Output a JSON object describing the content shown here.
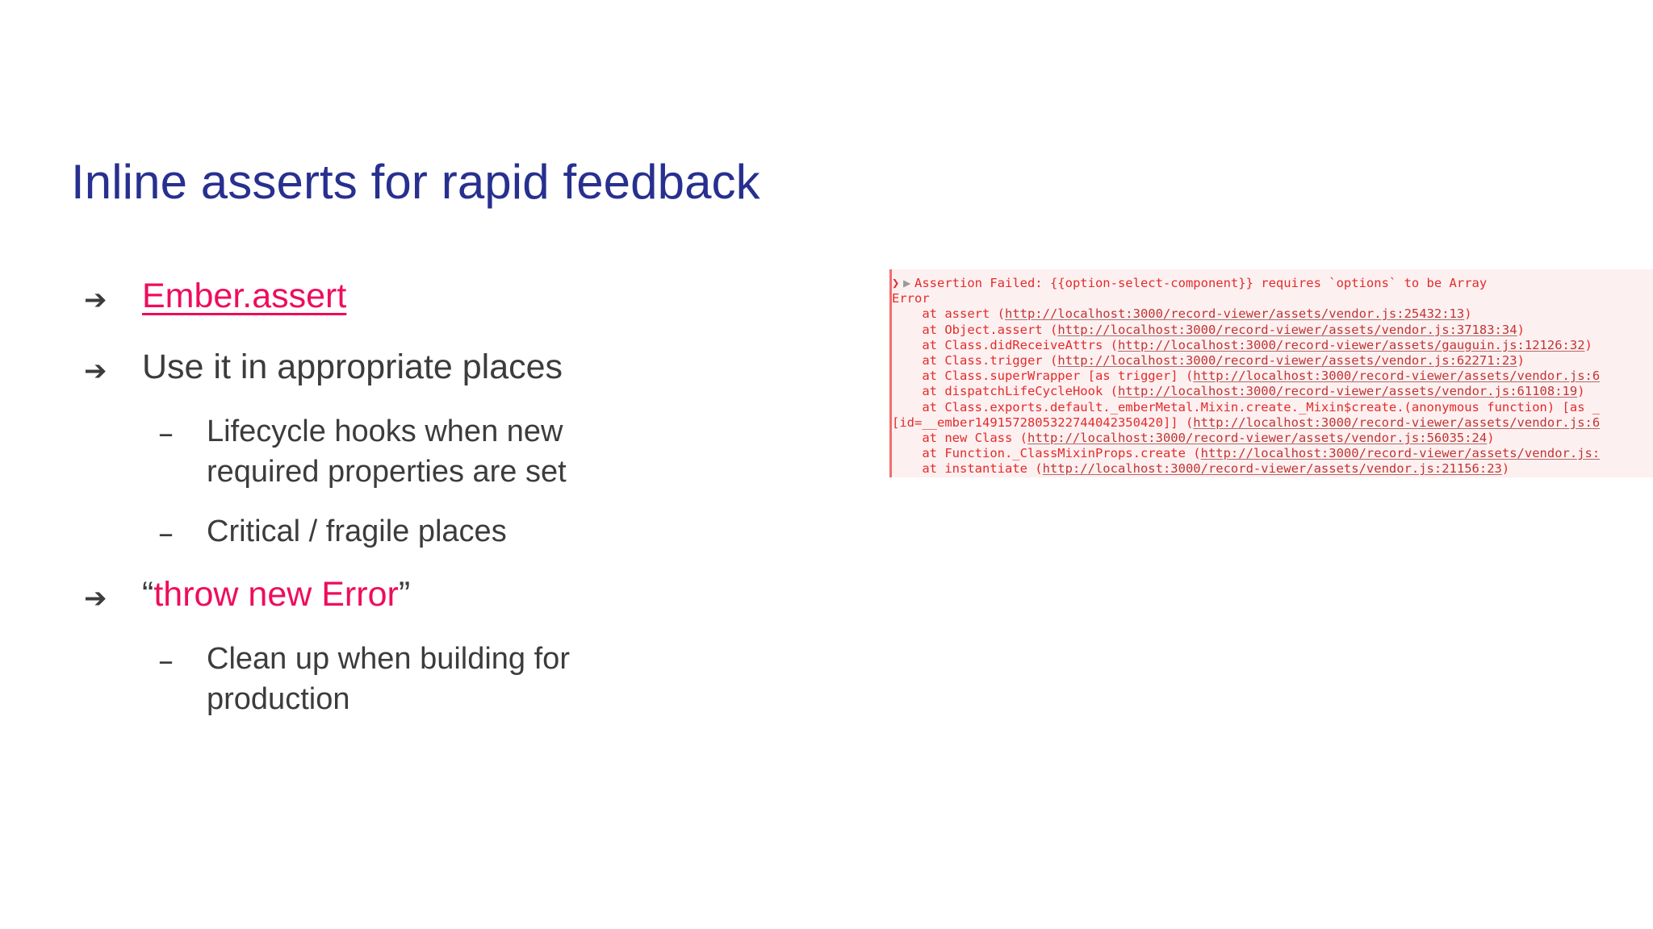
{
  "slide": {
    "title": "Inline asserts for rapid feedback",
    "title_color": "#27308f",
    "accent_color": "#ef0c5c",
    "body_color": "#3c3c3c",
    "background": "#ffffff"
  },
  "bullets": {
    "marker_level1": "➔",
    "marker_level2": "–",
    "items": [
      {
        "level": 1,
        "text": "Ember.assert",
        "style": "accent-link"
      },
      {
        "level": 1,
        "text": "Use it in appropriate places",
        "style": "plain"
      },
      {
        "level": 2,
        "text": "Lifecycle hooks when new required properties are set",
        "style": "plain"
      },
      {
        "level": 2,
        "text": "Critical / fragile places",
        "style": "plain"
      },
      {
        "level": 1,
        "text": "throw new Error",
        "style": "accent-quoted",
        "quote_open": "“",
        "quote_close": "”"
      },
      {
        "level": 2,
        "text": "Clean up when building for production",
        "style": "plain"
      }
    ]
  },
  "console": {
    "background": "#fdf0f0",
    "text_color": "#e32b2b",
    "border_color": "#f26d6d",
    "expand_chevron": "❯",
    "disclosure_triangle": "▶",
    "lines": [
      {
        "prefix_chevron": true,
        "prefix_triangle": true,
        "text": "Assertion Failed: {{option-select-component}} requires `options` to be Array"
      },
      {
        "text": "Error"
      },
      {
        "text": "    at assert (",
        "link": "http://localhost:3000/record-viewer/assets/vendor.js:25432:13",
        "suffix": ")"
      },
      {
        "text": "    at Object.assert (",
        "link": "http://localhost:3000/record-viewer/assets/vendor.js:37183:34",
        "suffix": ")"
      },
      {
        "text": "    at Class.didReceiveAttrs (",
        "link": "http://localhost:3000/record-viewer/assets/gauguin.js:12126:32",
        "suffix": ")"
      },
      {
        "text": "    at Class.trigger (",
        "link": "http://localhost:3000/record-viewer/assets/vendor.js:62271:23",
        "suffix": ")"
      },
      {
        "text": "    at Class.superWrapper [as trigger] (",
        "link": "http://localhost:3000/record-viewer/assets/vendor.js:6",
        "suffix": ""
      },
      {
        "text": "    at dispatchLifeCycleHook (",
        "link": "http://localhost:3000/record-viewer/assets/vendor.js:61108:19",
        "suffix": ")"
      },
      {
        "text": "    at Class.exports.default._emberMetal.Mixin.create._Mixin$create.(anonymous function) [as _"
      },
      {
        "text": "[id=__ember1491572805322744042350420]] (",
        "link": "http://localhost:3000/record-viewer/assets/vendor.js:6",
        "suffix": ""
      },
      {
        "text": "    at new Class (",
        "link": "http://localhost:3000/record-viewer/assets/vendor.js:56035:24",
        "suffix": ")"
      },
      {
        "text": "    at Function._ClassMixinProps.create (",
        "link": "http://localhost:3000/record-viewer/assets/vendor.js:",
        "suffix": ""
      },
      {
        "text": "    at instantiate (",
        "link": "http://localhost:3000/record-viewer/assets/vendor.js:21156:23",
        "suffix": ")"
      }
    ]
  }
}
